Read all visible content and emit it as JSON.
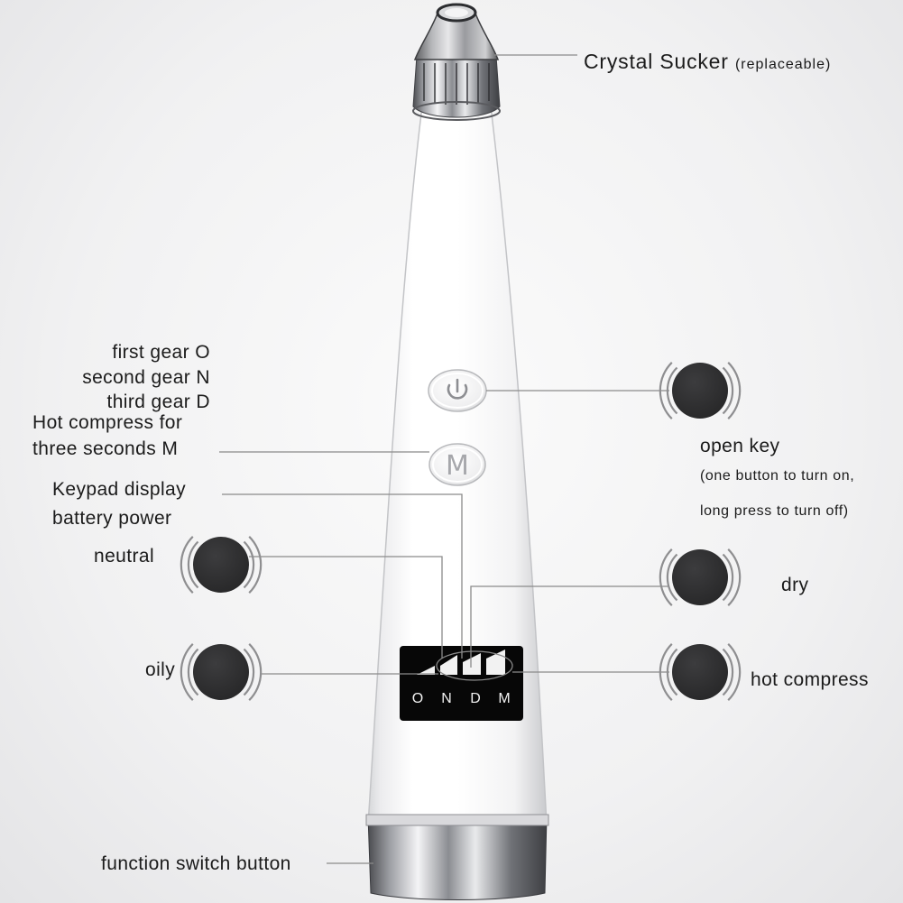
{
  "labels": {
    "crystal_sucker": "Crystal Sucker",
    "crystal_sucker_note": "(replaceable)",
    "gear_first": "first gear O",
    "gear_second": "second gear N",
    "gear_third": "third gear D",
    "hot_compress_line1": "Hot compress for",
    "hot_compress_line2": "three seconds M",
    "keypad_line1": "Keypad display",
    "keypad_line2": "battery power",
    "neutral": "neutral",
    "oily": "oily",
    "open_key": "open key",
    "open_key_note1": "(one button to turn on,",
    "open_key_note2": "long press to turn off)",
    "dry": "dry",
    "hot_compress": "hot compress",
    "function_switch": "function switch button"
  },
  "device": {
    "m_button_letter": "M",
    "screen_letters": [
      "O",
      "N",
      "D",
      "M"
    ]
  },
  "colors": {
    "indicator_dot": "#2f2f30",
    "leader_line": "#8a8a8a",
    "screen": "#070707"
  }
}
